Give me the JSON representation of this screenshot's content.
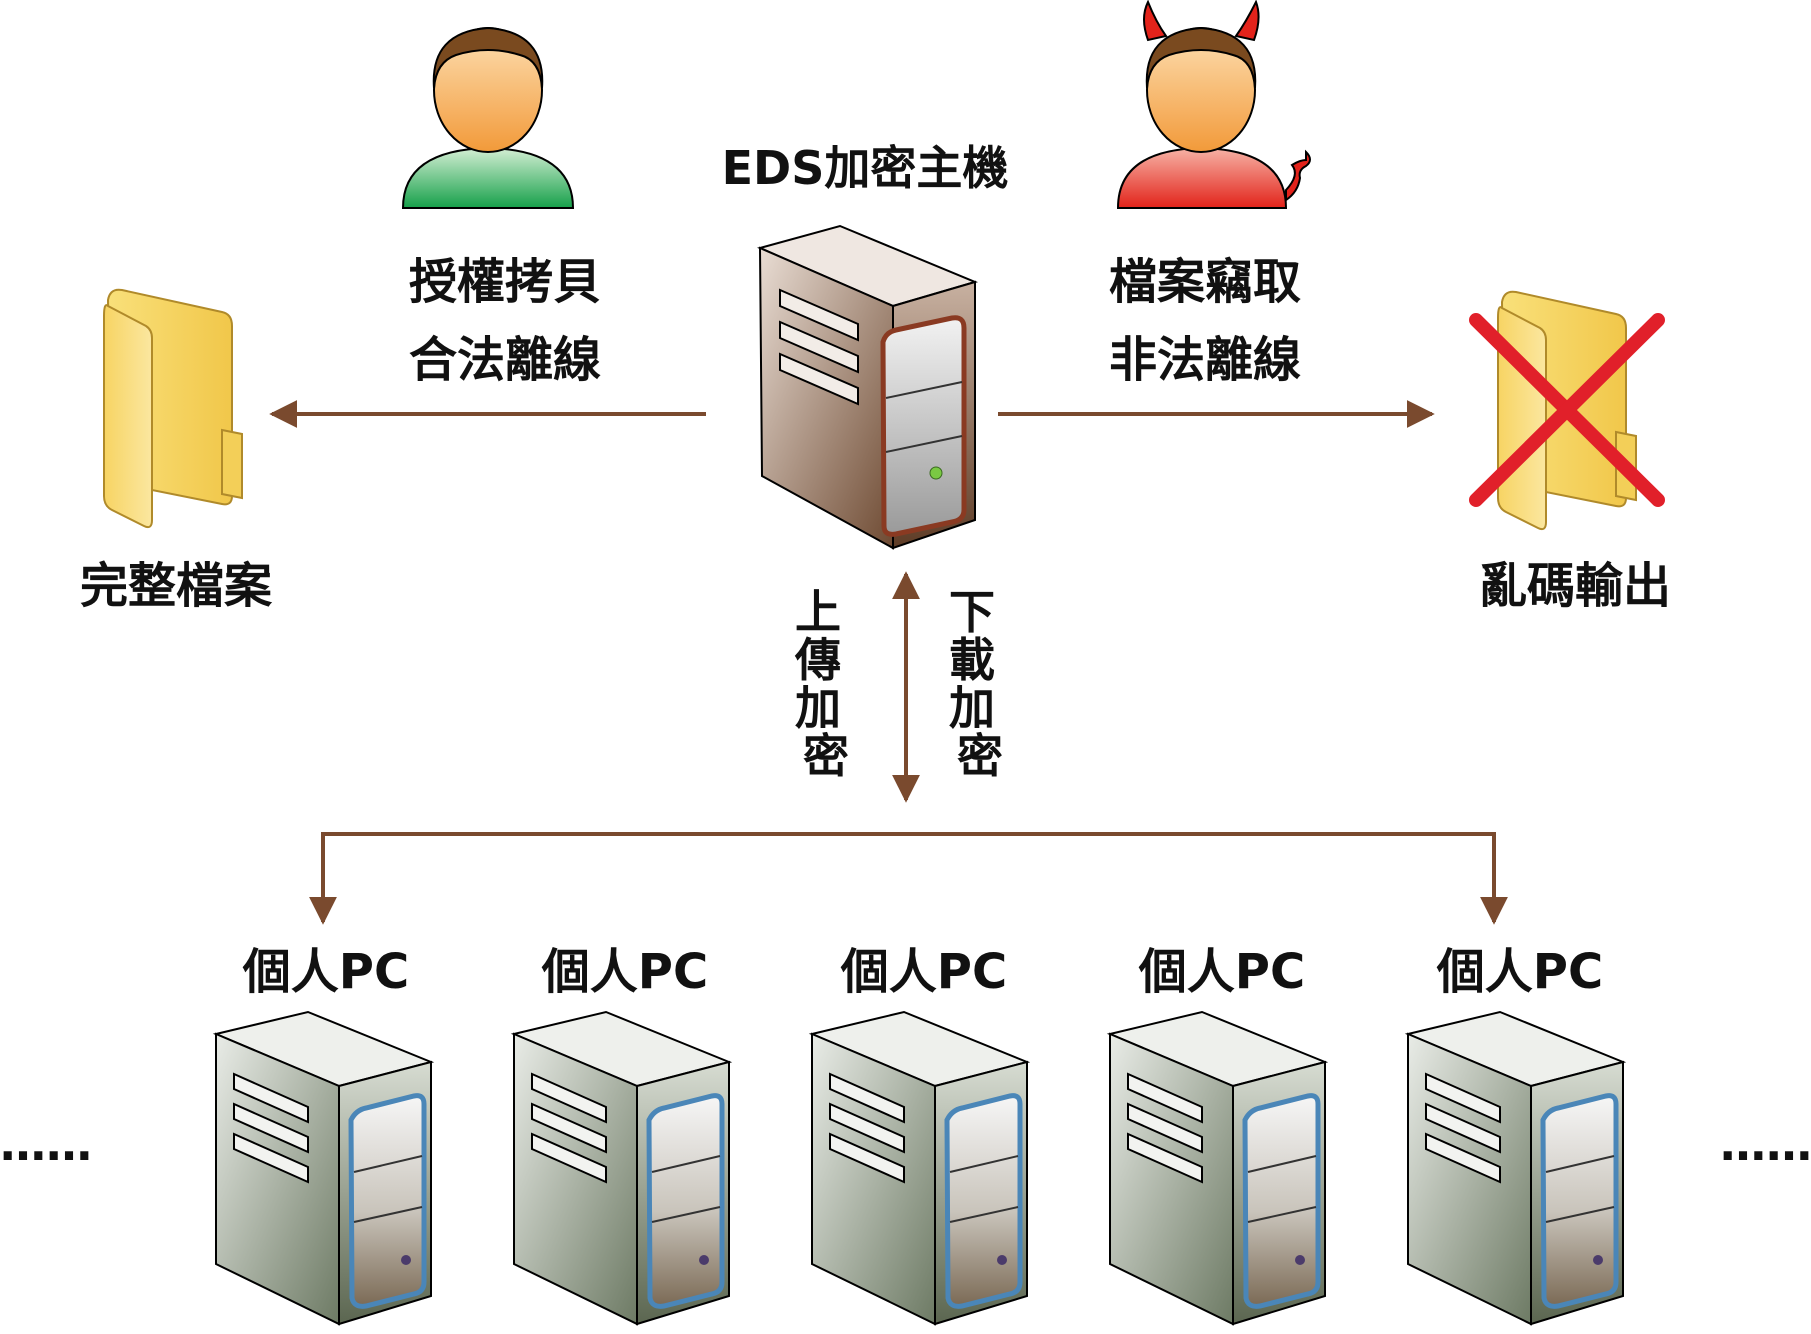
{
  "server": {
    "title": "EDS加密主機"
  },
  "left_flow": {
    "line1": "授權拷貝",
    "line2": "合法離線",
    "result": "完整檔案"
  },
  "right_flow": {
    "line1": "檔案竊取",
    "line2": "非法離線",
    "result": "亂碼輸出"
  },
  "vertical_flow": {
    "upload": "上傳加密",
    "download": "下載加密"
  },
  "clients": [
    {
      "label": "個人PC"
    },
    {
      "label": "個人PC"
    },
    {
      "label": "個人PC"
    },
    {
      "label": "個人PC"
    },
    {
      "label": "個人PC"
    }
  ],
  "ellipsis_left": "……",
  "ellipsis_right": "……",
  "colors": {
    "arrow": "#7a4a2e",
    "legit_user_body": "#1fa34a",
    "attacker_body": "#e3231b",
    "cross": "#e1202a",
    "folder": "#f5d25c"
  },
  "icons": {
    "legit_user": "user-icon",
    "attacker": "devil-user-icon",
    "server": "server-icon",
    "folder": "folder-icon",
    "cross": "cross-icon",
    "client": "pc-tower-icon"
  }
}
